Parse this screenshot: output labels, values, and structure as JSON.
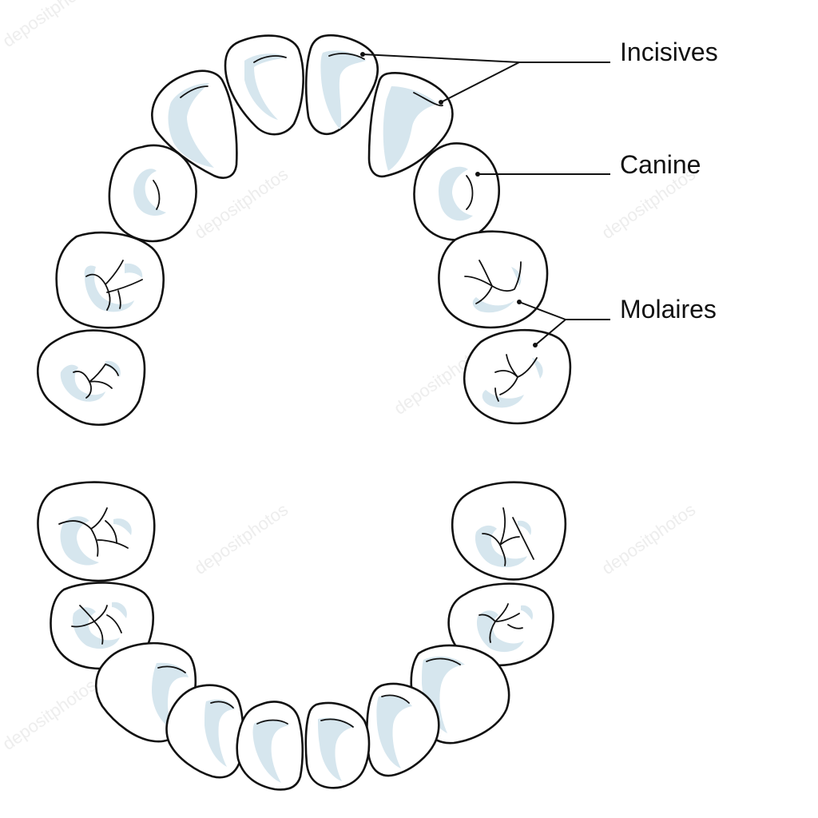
{
  "diagram": {
    "labels": {
      "incisives": "Incisives",
      "canine": "Canine",
      "molaires": "Molaires"
    },
    "watermark": "depositphotos",
    "colors": {
      "outline": "#111111",
      "shade": "#d6e6ee",
      "background": "#ffffff"
    }
  }
}
